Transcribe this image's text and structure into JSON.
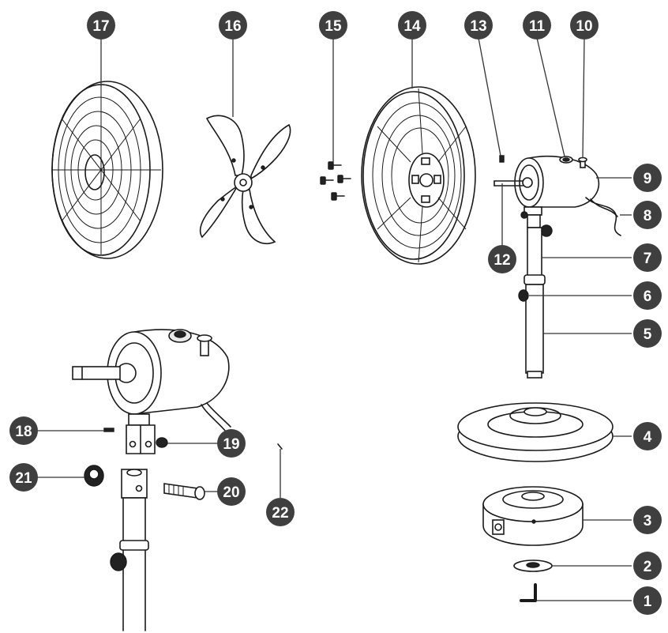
{
  "parts": [
    {
      "id": "part-1",
      "label": "1"
    },
    {
      "id": "part-2",
      "label": "2"
    },
    {
      "id": "part-3",
      "label": "3"
    },
    {
      "id": "part-4",
      "label": "4"
    },
    {
      "id": "part-5",
      "label": "5"
    },
    {
      "id": "part-6",
      "label": "6"
    },
    {
      "id": "part-7",
      "label": "7"
    },
    {
      "id": "part-8",
      "label": "8"
    },
    {
      "id": "part-9",
      "label": "9"
    },
    {
      "id": "part-10",
      "label": "10"
    },
    {
      "id": "part-11",
      "label": "11"
    },
    {
      "id": "part-12",
      "label": "12"
    },
    {
      "id": "part-13",
      "label": "13"
    },
    {
      "id": "part-14",
      "label": "14"
    },
    {
      "id": "part-15",
      "label": "15"
    },
    {
      "id": "part-16",
      "label": "16"
    },
    {
      "id": "part-17",
      "label": "17"
    },
    {
      "id": "part-18",
      "label": "18"
    },
    {
      "id": "part-19",
      "label": "19"
    },
    {
      "id": "part-20",
      "label": "20"
    },
    {
      "id": "part-21",
      "label": "21"
    },
    {
      "id": "part-22",
      "label": "22"
    }
  ],
  "colors": {
    "badge": "#3f3f3f",
    "line": "#1a1a1a",
    "background": "#ffffff"
  }
}
